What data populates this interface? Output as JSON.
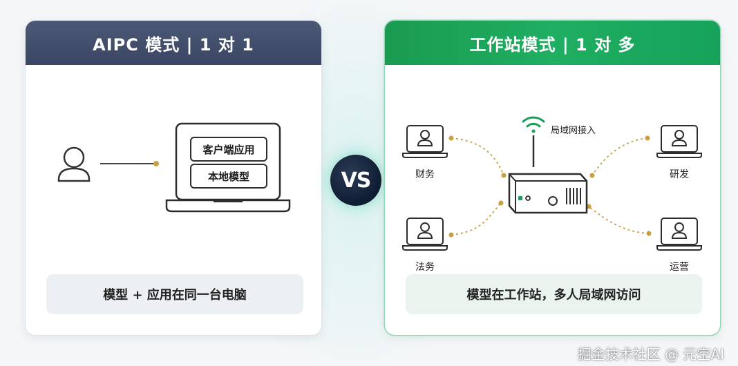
{
  "left_card": {
    "title": "AIPC 模式 | 1 对 1",
    "app_boxes": [
      "客户端应用",
      "本地模型"
    ],
    "caption": "模型 + 应用在同一台电脑"
  },
  "vs_label": "VS",
  "right_card": {
    "title": "工作站模式 | 1 对 多",
    "network_label": "局域网接入",
    "departments": [
      "财务",
      "法务",
      "研发",
      "运营"
    ],
    "caption": "模型在工作站，多人局域网访问"
  },
  "watermark": "掘金技术社区 @ 元空AI",
  "colors": {
    "left_header": "#3f4b68",
    "right_header": "#1ba85a",
    "connector_dot": "#c8a040"
  }
}
